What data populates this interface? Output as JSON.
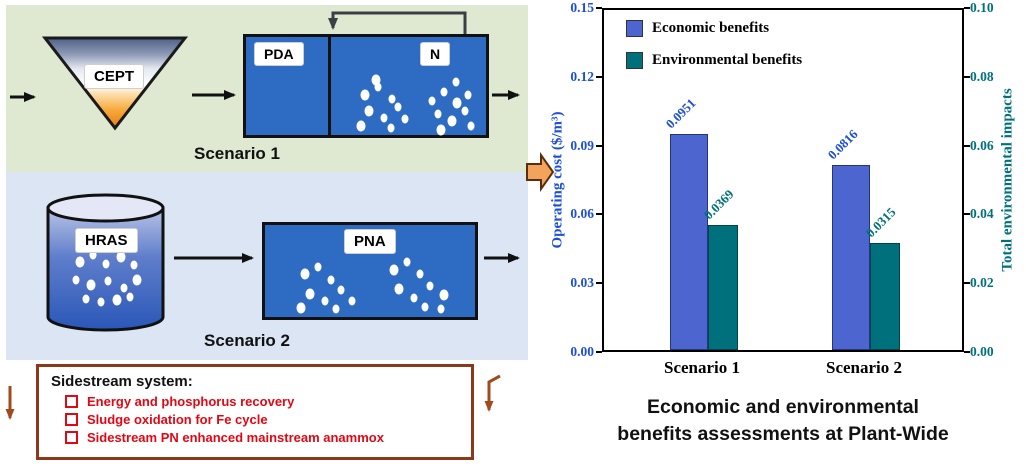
{
  "diagram": {
    "scenario1": {
      "label": "Scenario 1",
      "funnel_label": "CEPT",
      "compartment1_label": "PDA",
      "compartment2_label": "N"
    },
    "scenario2": {
      "label": "Scenario 2",
      "tank1_label": "HRAS",
      "tank2_label": "PNA"
    },
    "sidestream": {
      "title": "Sidestream system:",
      "items": [
        "Energy and phosphorus recovery",
        "Sludge oxidation for Fe cycle",
        "Sidestream  PN enhanced mainstream anammox"
      ],
      "text_color": "#e30613",
      "border_color": "#8a3a1b"
    }
  },
  "chart_data": {
    "type": "bar",
    "categories": [
      "Scenario 1",
      "Scenario 2"
    ],
    "series": [
      {
        "name": "Economic benefits",
        "axis": "left",
        "color": "#4d66cf",
        "edge_color": "#24357f",
        "label_color": "#1d4fd7",
        "values": [
          0.0951,
          0.0816
        ],
        "value_labels": [
          "0.0951",
          "0.0816"
        ]
      },
      {
        "name": "Environmental benefits",
        "axis": "right",
        "color": "#00717c",
        "edge_color": "#00454d",
        "label_color": "#00717c",
        "values": [
          0.0369,
          0.0315
        ],
        "value_labels": [
          "0.0369",
          "0.0315"
        ]
      }
    ],
    "left_axis": {
      "label": "Operating cost ($/m³)",
      "min": 0,
      "max": 0.15,
      "tick_labels": [
        "0.00",
        "0.03",
        "0.06",
        "0.09",
        "0.12",
        "0.15"
      ],
      "color": "#1d4fd7"
    },
    "right_axis": {
      "label": "Total environmental impacts",
      "min": 0,
      "max": 0.1,
      "tick_labels": [
        "0.00",
        "0.02",
        "0.04",
        "0.06",
        "0.08",
        "0.10"
      ],
      "color": "#00717c"
    },
    "legend_position": "top-left-inside",
    "grid": false
  },
  "caption": {
    "line1": "Economic and environmental",
    "line2": "benefits assessments at Plant-Wide"
  }
}
